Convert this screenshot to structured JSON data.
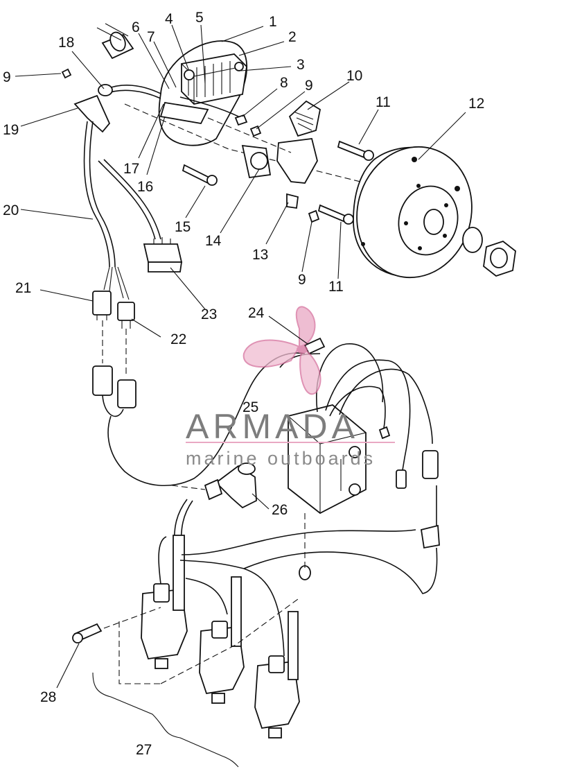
{
  "watermark": {
    "title": "ARMADA",
    "subtitle": "marine outboards"
  },
  "callouts": [
    {
      "id": "c1",
      "text": "1"
    },
    {
      "id": "c2",
      "text": "2"
    },
    {
      "id": "c3",
      "text": "3"
    },
    {
      "id": "c4",
      "text": "4"
    },
    {
      "id": "c5",
      "text": "5"
    },
    {
      "id": "c6",
      "text": "6"
    },
    {
      "id": "c7",
      "text": "7"
    },
    {
      "id": "c8",
      "text": "8"
    },
    {
      "id": "c9a",
      "text": "9"
    },
    {
      "id": "c9b",
      "text": "9"
    },
    {
      "id": "c9c",
      "text": "9"
    },
    {
      "id": "c10",
      "text": "10"
    },
    {
      "id": "c11a",
      "text": "11"
    },
    {
      "id": "c11b",
      "text": "11"
    },
    {
      "id": "c12",
      "text": "12"
    },
    {
      "id": "c13",
      "text": "13"
    },
    {
      "id": "c14",
      "text": "14"
    },
    {
      "id": "c15",
      "text": "15"
    },
    {
      "id": "c16",
      "text": "16"
    },
    {
      "id": "c17",
      "text": "17"
    },
    {
      "id": "c18",
      "text": "18"
    },
    {
      "id": "c19",
      "text": "19"
    },
    {
      "id": "c20",
      "text": "20"
    },
    {
      "id": "c21",
      "text": "21"
    },
    {
      "id": "c22",
      "text": "22"
    },
    {
      "id": "c23",
      "text": "23"
    },
    {
      "id": "c24",
      "text": "24"
    },
    {
      "id": "c25",
      "text": "25"
    },
    {
      "id": "c26",
      "text": "26"
    },
    {
      "id": "c27",
      "text": "27"
    },
    {
      "id": "c28",
      "text": "28"
    }
  ]
}
